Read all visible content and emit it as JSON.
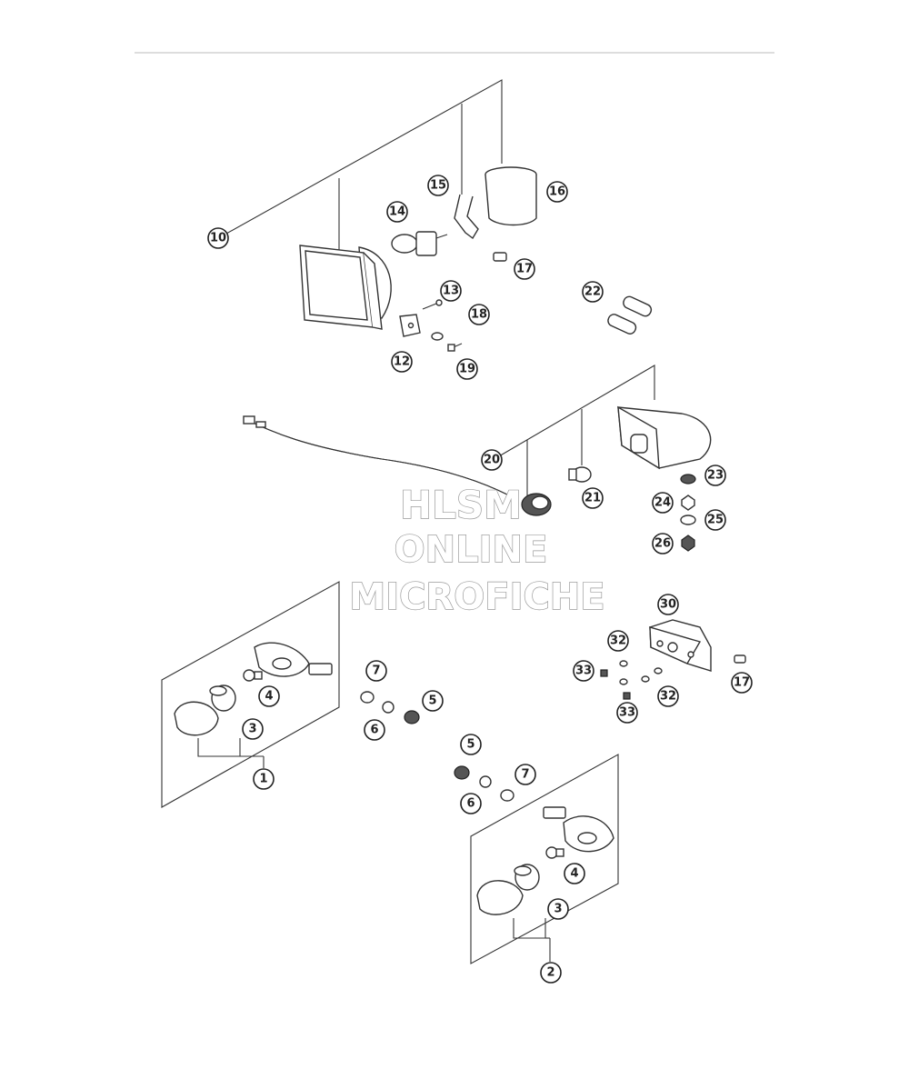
{
  "callouts": [
    "1",
    "2",
    "3",
    "3",
    "4",
    "4",
    "5",
    "5",
    "6",
    "6",
    "7",
    "7",
    "10",
    "12",
    "13",
    "14",
    "15",
    "16",
    "17",
    "17",
    "18",
    "19",
    "20",
    "21",
    "22",
    "23",
    "24",
    "25",
    "26",
    "30",
    "32",
    "32",
    "33",
    "33"
  ],
  "watermark": {
    "line1": "HLSM",
    "line2": "ONLINE",
    "line3": "MICROFICHE"
  }
}
